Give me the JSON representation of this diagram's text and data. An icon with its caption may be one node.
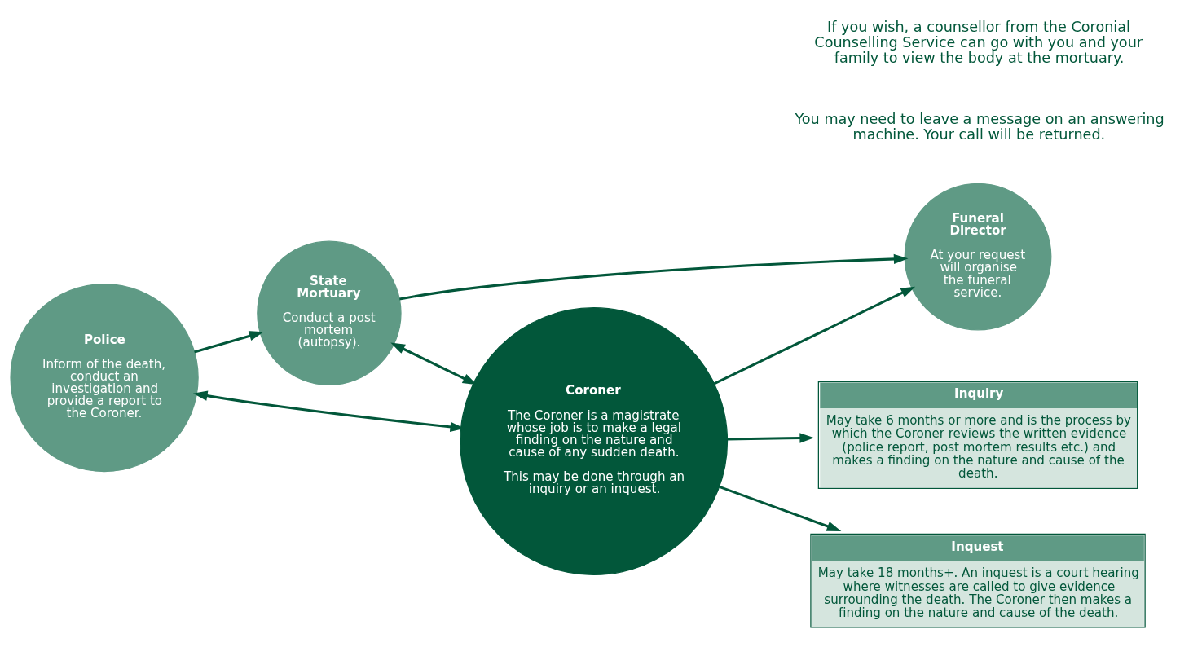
{
  "diagram": {
    "nodes": [
      {
        "text": [
          "Police",
          "Inform of the death, conduct an investigation and provide a report to the Coroner."
        ]
      },
      {
        "text": [
          "State Mortuary",
          "Conduct a post mortem (autopsy)."
        ]
      },
      {
        "text": [
          "Funeral Director",
          "At your request will organise the funeral service."
        ]
      },
      {
        "text": [
          "Coroner",
          "The Coroner is a magistrate whose job is to make a legal finding on the nature and cause of any sudden death.",
          "This may be done through an inquiry or an inquest."
        ]
      },
      {
        "text": [
          "Inquiry",
          "May take 6 months or more and is the process by which the Coroner reviews the written evidence (police report, post mortem results etc.) and makes a finding on the nature and cause of the death."
        ]
      },
      {
        "text": [
          "Inquest",
          "May take 18 months+. An inquest is a court hearing where witnesses are called to give evidence surrounding the death. The Coroner then makes a finding on the nature and cause of the death."
        ]
      }
    ],
    "edges": [
      {
        "from": 0,
        "to": 1,
        "arrow": "to"
      },
      {
        "from": 0,
        "to": 3,
        "arrow": "both"
      },
      {
        "from": 1,
        "to": 3,
        "arrow": "both"
      },
      {
        "from": 1,
        "to": 2,
        "arrow": "to"
      },
      {
        "from": 3,
        "to": 2,
        "arrow": "to"
      },
      {
        "from": 3,
        "to": 4,
        "arrow": "to"
      },
      {
        "from": 3,
        "to": 5,
        "arrow": "to"
      }
    ],
    "labels": [
      "You may need to leave a message on an answering machine. Your call will be returned.",
      "If you wish, a counsellor from the Coronial Counselling Service can go with you and your family to view the body at the mortuary."
    ]
  }
}
